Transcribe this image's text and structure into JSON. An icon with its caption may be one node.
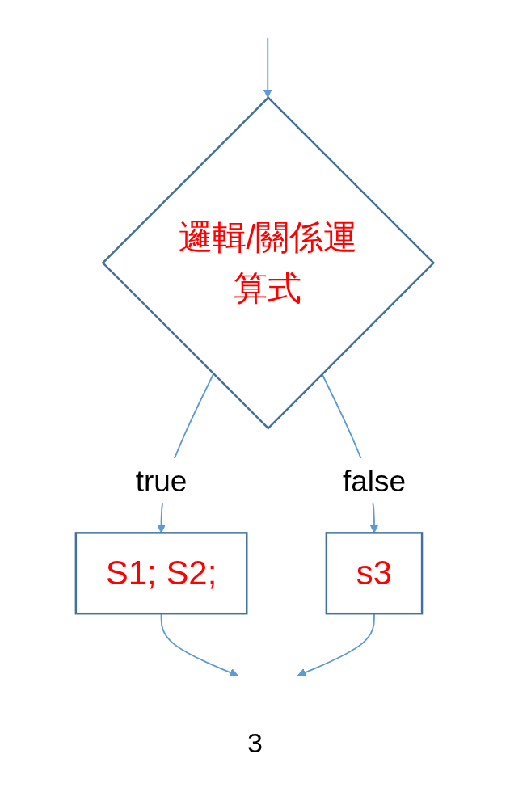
{
  "diagram": {
    "nodes": [
      {
        "text": [
          "邏輯/關係運算式"
        ]
      },
      {
        "text": [
          "S1; S2;"
        ]
      },
      {
        "text": [
          "s3"
        ]
      }
    ],
    "edges": [
      {
        "from": null,
        "to": 0,
        "arrow": "to"
      },
      {
        "from": 0,
        "to": 1,
        "arrow": "to",
        "label": "true"
      },
      {
        "from": 0,
        "to": 2,
        "arrow": "to",
        "label": "false"
      },
      {
        "from": 1,
        "to": null,
        "arrow": "to"
      },
      {
        "from": 2,
        "to": null,
        "arrow": "to"
      }
    ],
    "labels": [
      "3"
    ]
  }
}
